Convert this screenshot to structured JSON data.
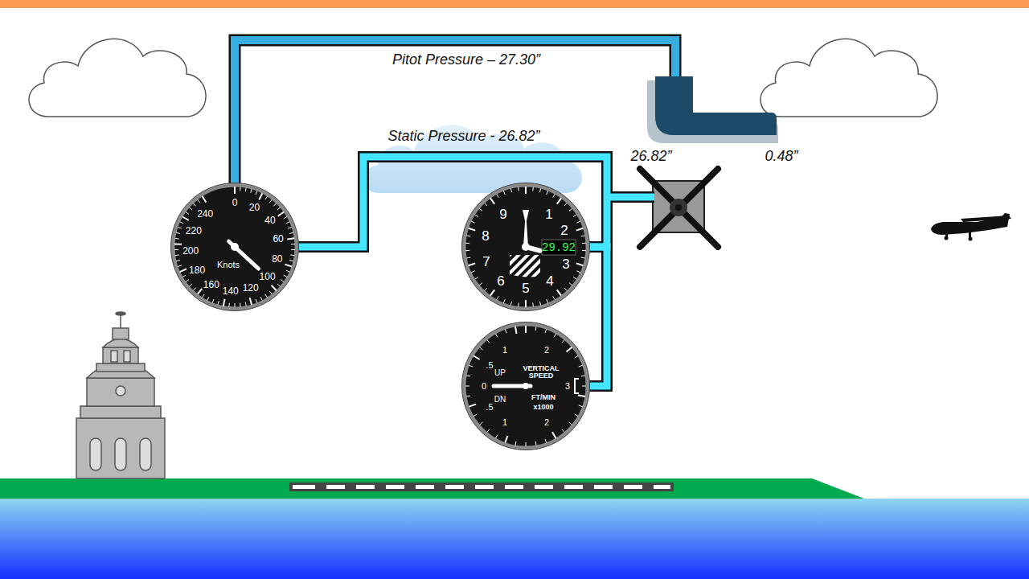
{
  "diagram": {
    "nodes": [
      {
        "text": [
          "0",
          "20",
          "40",
          "60",
          "80",
          "100",
          "120",
          "140",
          "160",
          "180",
          "200",
          "220",
          "240",
          "Knots"
        ]
      },
      {
        "text": [
          "9",
          "1",
          "2",
          "3",
          "4",
          "5",
          "6",
          "7",
          "8",
          "29.92"
        ]
      },
      {
        "text": [
          ".5",
          "1",
          "2",
          "UP",
          "VERTICAL SPEED",
          "0",
          "DN",
          "FT/MIN",
          "x1000",
          "3",
          ".5",
          "1",
          "2"
        ]
      }
    ],
    "edges": [
      {
        "from": 0,
        "to": 1,
        "arrow": "none",
        "label": "Static Pressure - 26.82”"
      },
      {
        "from": 1,
        "to": 2,
        "arrow": "none"
      }
    ],
    "labels": [
      "Pitot Pressure – 27.30”",
      "26.82”",
      "0.48”"
    ]
  }
}
